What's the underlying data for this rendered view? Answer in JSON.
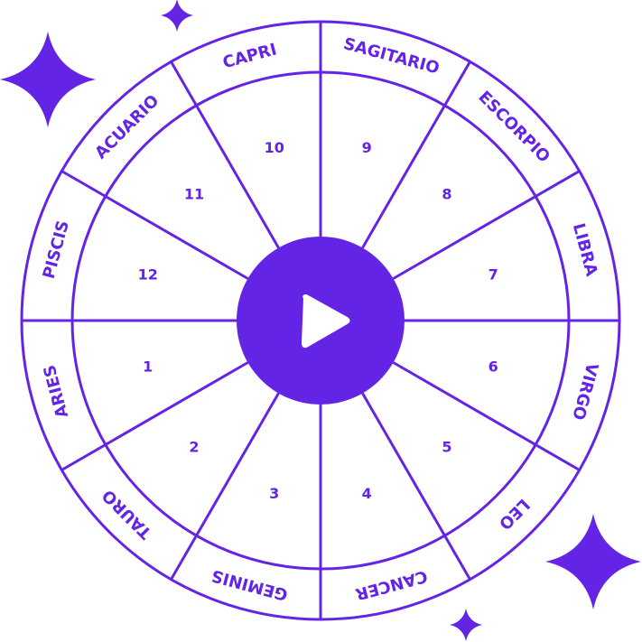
{
  "colors": {
    "accent": "#6424e6",
    "background": "#ffffff"
  },
  "signs": [
    "SAGITARIO",
    "ESCORPIO",
    "LIBRA",
    "VIRGO",
    "LEO",
    "CANCER",
    "GEMINIS",
    "TAURO",
    "ARIES",
    "PISCIS",
    "ACUARIO",
    "CAPRI"
  ],
  "houses": [
    "9",
    "8",
    "7",
    "6",
    "5",
    "4",
    "3",
    "2",
    "1",
    "12",
    "11",
    "10"
  ],
  "play_button": {
    "icon": "play-icon"
  }
}
